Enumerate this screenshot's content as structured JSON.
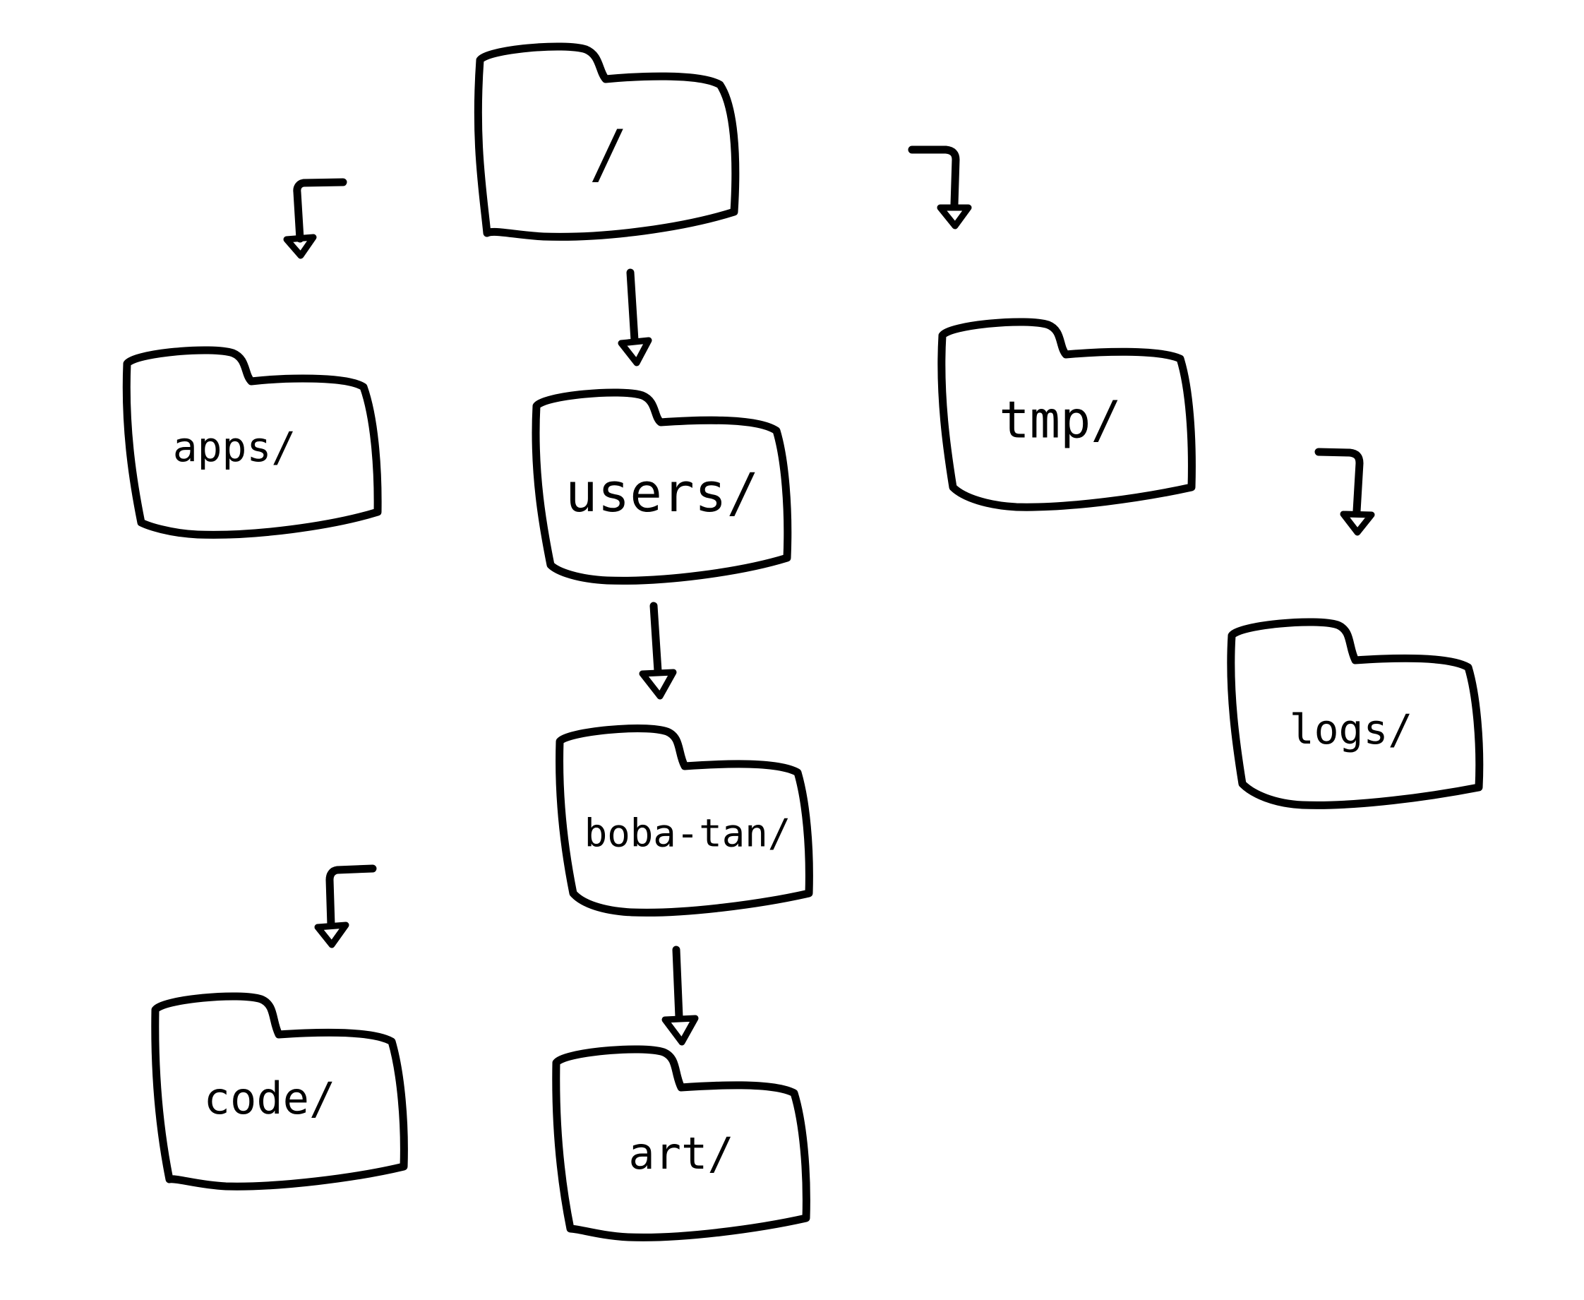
{
  "diagram": {
    "type": "directory-tree",
    "folders": {
      "root": {
        "label": "/"
      },
      "apps": {
        "label": "apps/"
      },
      "users": {
        "label": "users/"
      },
      "tmp": {
        "label": "tmp/"
      },
      "logs": {
        "label": "logs/"
      },
      "boba_tan": {
        "label": "boba-tan/"
      },
      "code": {
        "label": "code/"
      },
      "art": {
        "label": "art/"
      }
    },
    "edges": [
      {
        "from": "root",
        "to": "apps"
      },
      {
        "from": "root",
        "to": "users"
      },
      {
        "from": "root",
        "to": "tmp"
      },
      {
        "from": "tmp",
        "to": "logs"
      },
      {
        "from": "users",
        "to": "boba_tan"
      },
      {
        "from": "boba_tan",
        "to": "art"
      },
      {
        "from": "boba_tan",
        "to": "code"
      }
    ],
    "colors": {
      "stroke": "#000000",
      "background": "#ffffff"
    }
  }
}
